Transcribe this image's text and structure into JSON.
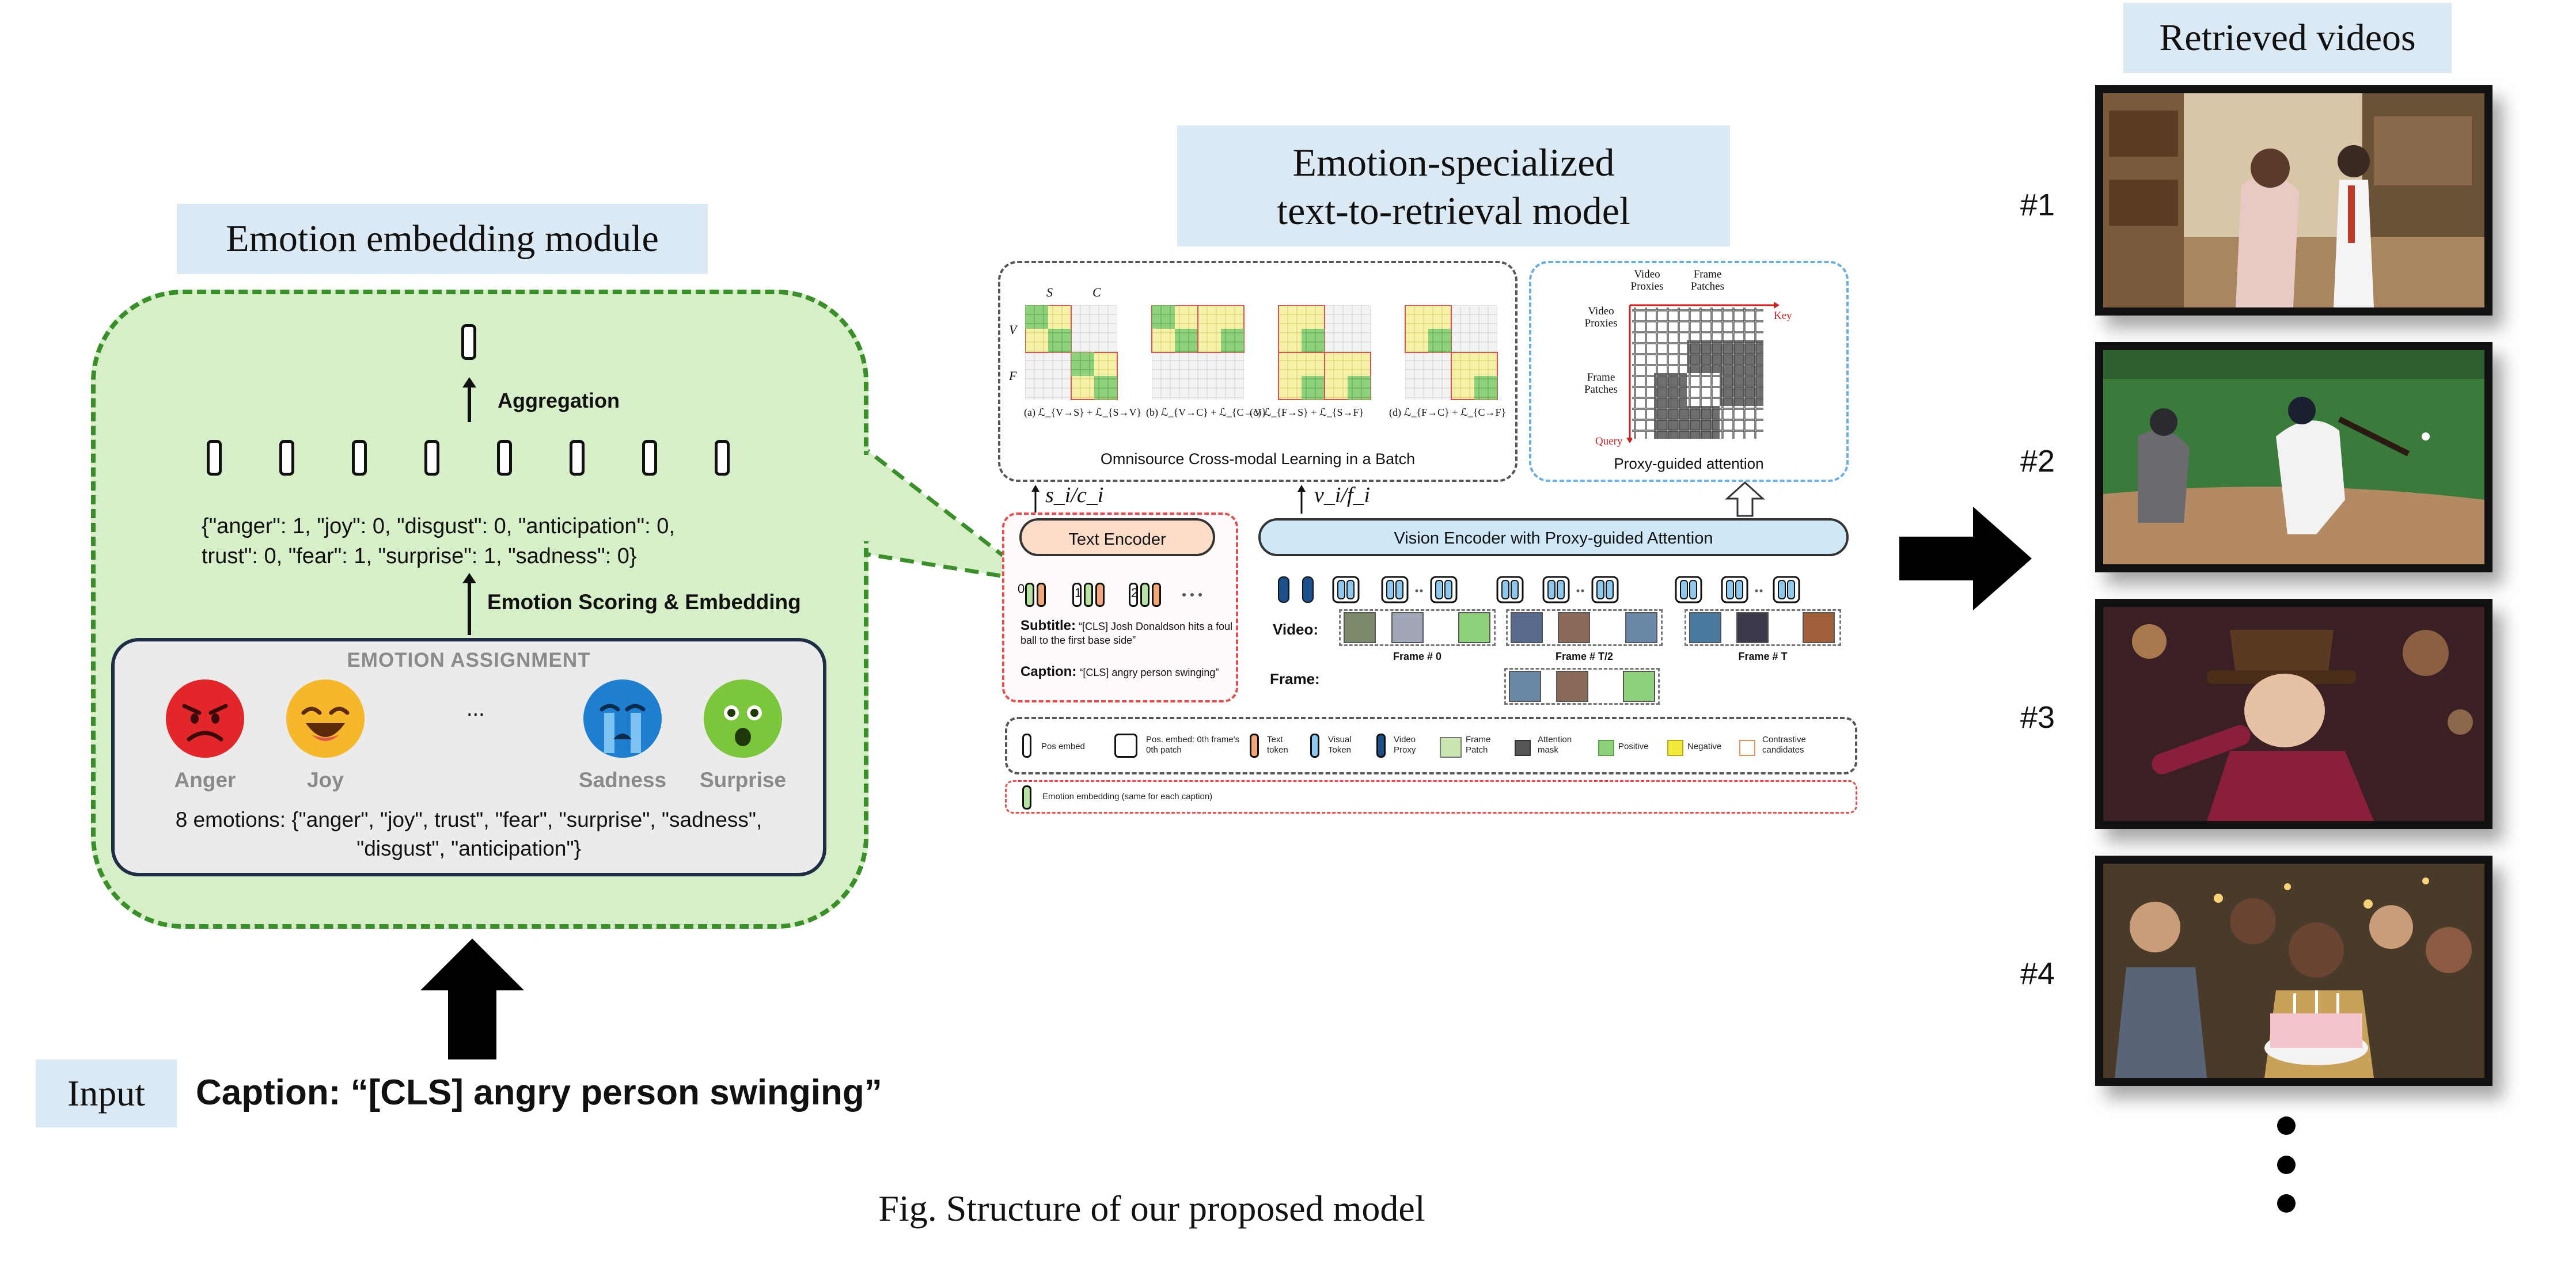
{
  "left_module": {
    "title": "Emotion embedding module",
    "aggregation_label": "Aggregation",
    "emotion_vector_line1": "{\"anger\": 1, \"joy\": 0, \"disgust\": 0, \"anticipation\": 0,",
    "emotion_vector_line2": "trust\": 0, \"fear\": 1, \"surprise\": 1, \"sadness\": 0}",
    "scoring_label": "Emotion Scoring & Embedding",
    "assignment": {
      "heading": "EMOTION ASSIGNMENT",
      "ellipsis": "...",
      "emotions": [
        {
          "label": "Anger",
          "color": "#e2262a"
        },
        {
          "label": "Joy",
          "color": "#f7b72a"
        },
        {
          "label": "Sadness",
          "color": "#1e7fd0"
        },
        {
          "label": "Surprise",
          "color": "#7cc63c"
        }
      ],
      "list_line1": "8 emotions: {\"anger\", \"joy\", trust\", \"fear\", \"surprise\", \"sadness\",",
      "list_line2": "\"disgust\", \"anticipation\"}"
    }
  },
  "input": {
    "label": "Input",
    "caption": "Caption: “[CLS] angry person swinging”"
  },
  "center_model": {
    "title_line1": "Emotion-specialized",
    "title_line2": "text-to-retrieval model",
    "omnisource_label": "Omnisource Cross-modal Learning in a Batch",
    "matrix_s": "S",
    "matrix_c": "C",
    "matrix_v": "V",
    "matrix_f": "F",
    "matrix_captions": [
      "(a) ℒ_{V→S} + ℒ_{S→V}",
      "(b) ℒ_{V→C} + ℒ_{C→V}",
      "(c) ℒ_{F→S} + ℒ_{S→F}",
      "(d) ℒ_{F→C} + ℒ_{C→F}"
    ],
    "proxy": {
      "video_proxies_top": "Video Proxies",
      "frame_patches_top": "Frame Patches",
      "key": "Key",
      "video_proxies_side": "Video Proxies",
      "frame_patches_side": "Frame Patches",
      "query": "Query",
      "caption": "Proxy-guided attention"
    },
    "text_feature": "s_i/c_i",
    "vision_feature": "v_i/f_i",
    "text_encoder": "Text Encoder",
    "vision_encoder": "Vision Encoder with Proxy-guided Attention",
    "subtitle_label": "Subtitle:",
    "subtitle_text": "“[CLS] Josh Donaldson hits a foul ball to the first base side”",
    "caption_label": "Caption:",
    "caption_text": "“[CLS] angry person swinging”",
    "text_tokens": [
      "0",
      "1",
      "2"
    ],
    "video_row_label": "Video:",
    "frame_row_label": "Frame:",
    "frame_labels": [
      "Frame # 0",
      "Frame # T/2",
      "Frame # T"
    ],
    "legend": [
      {
        "label": "Pos embed",
        "color": "#ffffff"
      },
      {
        "label": "Pos. embed: 0th frame's 0th patch",
        "color": "#ffffff"
      },
      {
        "label": "Text token",
        "color": "#f4a87a"
      },
      {
        "label": "Visual Token",
        "color": "#8fc8ef"
      },
      {
        "label": "Video Proxy",
        "color": "#1d4f8c"
      },
      {
        "label": "Frame Patch",
        "color": "#c9e6b0"
      },
      {
        "label": "Attention mask",
        "color": "#555555"
      },
      {
        "label": "Positive",
        "color": "#8fd07a"
      },
      {
        "label": "Negative",
        "color": "#f2ea3b"
      },
      {
        "label": "Contrastive candidates",
        "color": "#ffffff"
      }
    ],
    "emotion_embedding_note": "Emotion embedding (same for each caption)"
  },
  "retrieved": {
    "title": "Retrieved videos",
    "ranks": [
      "#1",
      "#2",
      "#3",
      "#4"
    ]
  },
  "figure_caption": "Fig. Structure of our proposed model"
}
